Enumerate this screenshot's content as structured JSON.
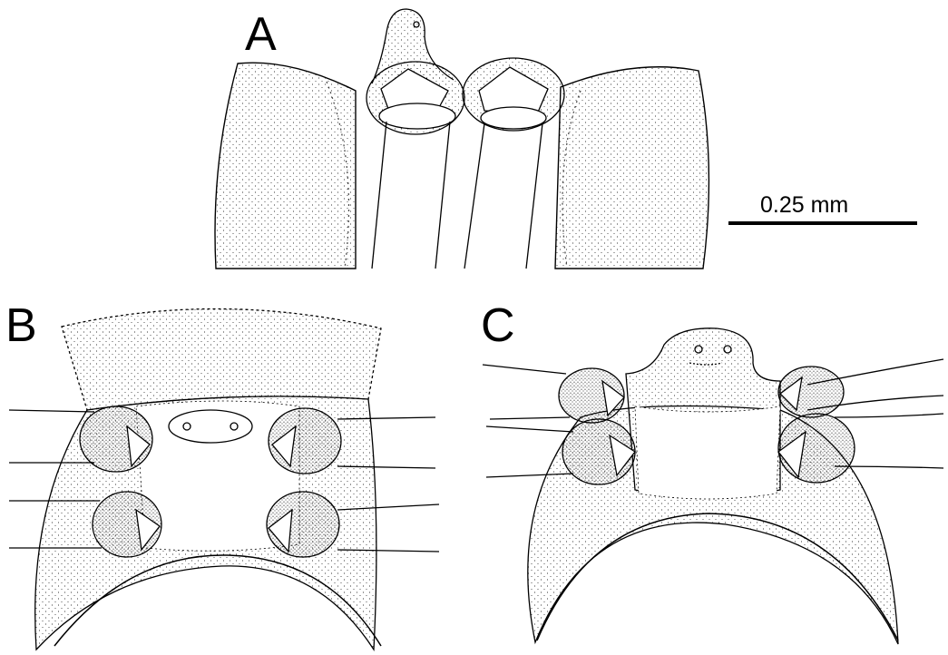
{
  "panels": {
    "a": {
      "label": "A"
    },
    "b": {
      "label": "B"
    },
    "c": {
      "label": "C"
    }
  },
  "scale_bar": {
    "text": "0.25 mm"
  },
  "colors": {
    "ink": "#000000",
    "paper": "#ffffff"
  }
}
